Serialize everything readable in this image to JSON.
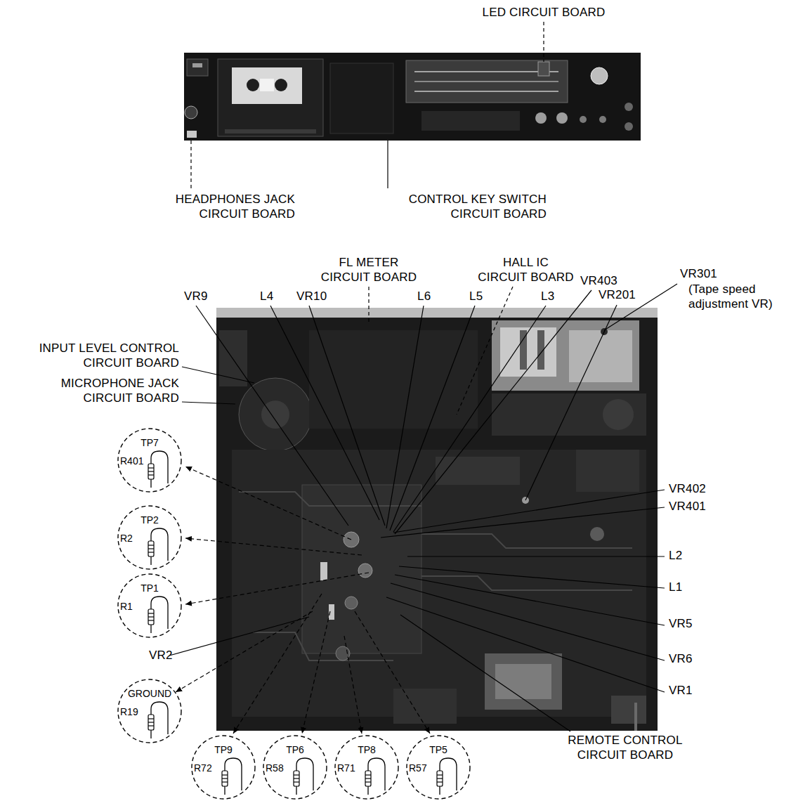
{
  "diagram": {
    "nodes": [
      {
        "text": [
          "TP7",
          "R401"
        ]
      },
      {
        "text": [
          "TP2",
          "R2"
        ]
      },
      {
        "text": [
          "TP1",
          "R1"
        ]
      },
      {
        "text": [
          "GROUND",
          "R19"
        ]
      },
      {
        "text": [
          "TP9",
          "R72"
        ]
      },
      {
        "text": [
          "TP6",
          "R58"
        ]
      },
      {
        "text": [
          "TP8",
          "R71"
        ]
      },
      {
        "text": [
          "TP5",
          "R57"
        ]
      }
    ],
    "labels": [
      "LED CIRCUIT BOARD",
      "HEADPHONES JACK CIRCUIT BOARD",
      "CONTROL KEY SWITCH CIRCUIT BOARD",
      "FL METER CIRCUIT BOARD",
      "VR9",
      "L4",
      "VR10",
      "L6",
      "L5",
      "HALL IC CIRCUIT BOARD",
      "L3",
      "VR403",
      "VR201",
      "VR301",
      "(Tape speed adjustment VR)",
      "INPUT LEVEL CONTROL CIRCUIT BOARD",
      "MICROPHONE JACK CIRCUIT BOARD",
      "VR402",
      "VR401",
      "L2",
      "L1",
      "VR5",
      "VR6",
      "VR1",
      "REMOTE CONTROL CIRCUIT BOARD",
      "VR2"
    ]
  }
}
